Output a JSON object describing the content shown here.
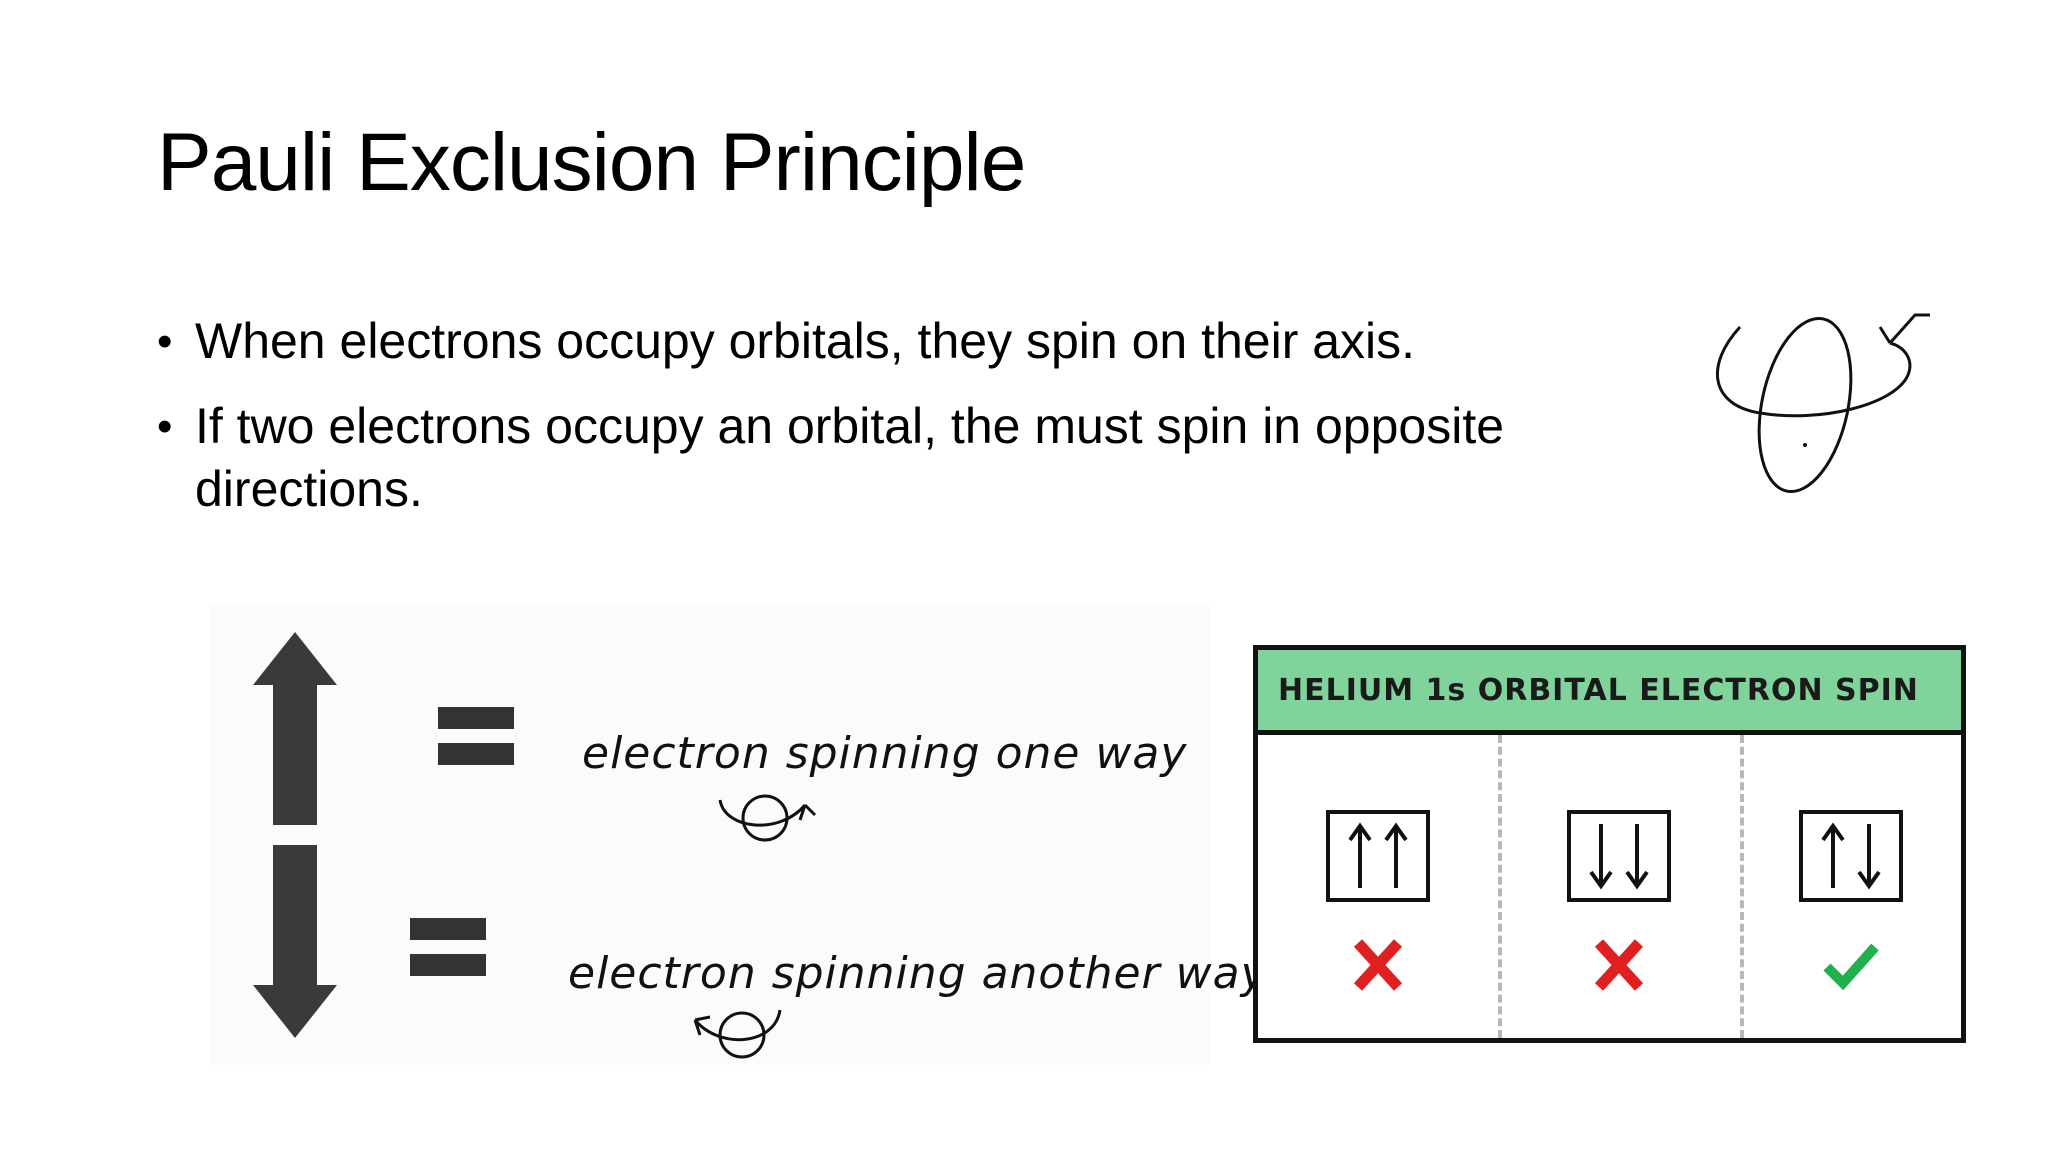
{
  "slide": {
    "title": "Pauli Exclusion Principle",
    "bullets": [
      "When electrons occupy orbitals, they spin on their axis.",
      "If two electrons occupy an orbital, the must spin in opposite directions."
    ],
    "bullet_glyph": "•"
  },
  "spin_legend": {
    "rows": [
      {
        "arrow": "up",
        "text": "electron spinning one way"
      },
      {
        "arrow": "down",
        "text": "electron spinning another way"
      }
    ]
  },
  "helium_figure": {
    "header": "HELIUM 1s ORBITAL ELECTRON SPIN",
    "header_color": "#7fd39b",
    "columns": [
      {
        "spins": [
          "up",
          "up"
        ],
        "verdict": "invalid",
        "verdict_color": "#e02020"
      },
      {
        "spins": [
          "down",
          "down"
        ],
        "verdict": "invalid",
        "verdict_color": "#e02020"
      },
      {
        "spins": [
          "up",
          "down"
        ],
        "verdict": "valid",
        "verdict_color": "#21b04b"
      }
    ]
  }
}
